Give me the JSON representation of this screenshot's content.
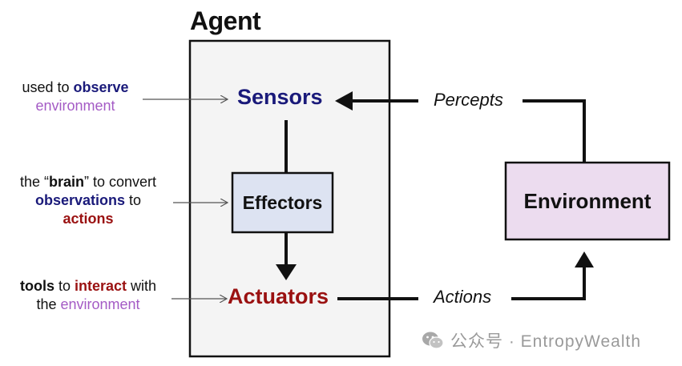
{
  "agent": {
    "title": "Agent"
  },
  "components": {
    "sensors": "Sensors",
    "effectors": "Effectors",
    "actuators": "Actuators",
    "environment": "Environment"
  },
  "flows": {
    "percepts": "Percepts",
    "actions": "Actions"
  },
  "notes": {
    "sensors": {
      "pre": "used to ",
      "bold": "observe",
      "post": "environment"
    },
    "effectors": {
      "pre": "the “",
      "bold": "brain",
      "mid": "” to convert",
      "obs": "observations",
      "to": " to",
      "actions": "actions"
    },
    "actuators": {
      "tools": "tools",
      "to": " to ",
      "interact": "interact",
      "with": " with",
      "the": "the ",
      "env": "environment"
    }
  },
  "watermark": {
    "text": "公众号 · EntropyWealth",
    "icon": "wechat-icon"
  },
  "colors": {
    "navy": "#1a1a7a",
    "dark_red": "#9a1111",
    "purple": "#a45bc5",
    "agent_fill": "#f4f4f4",
    "effectors_fill": "#dde3f2",
    "environment_fill": "#ecdcef"
  }
}
